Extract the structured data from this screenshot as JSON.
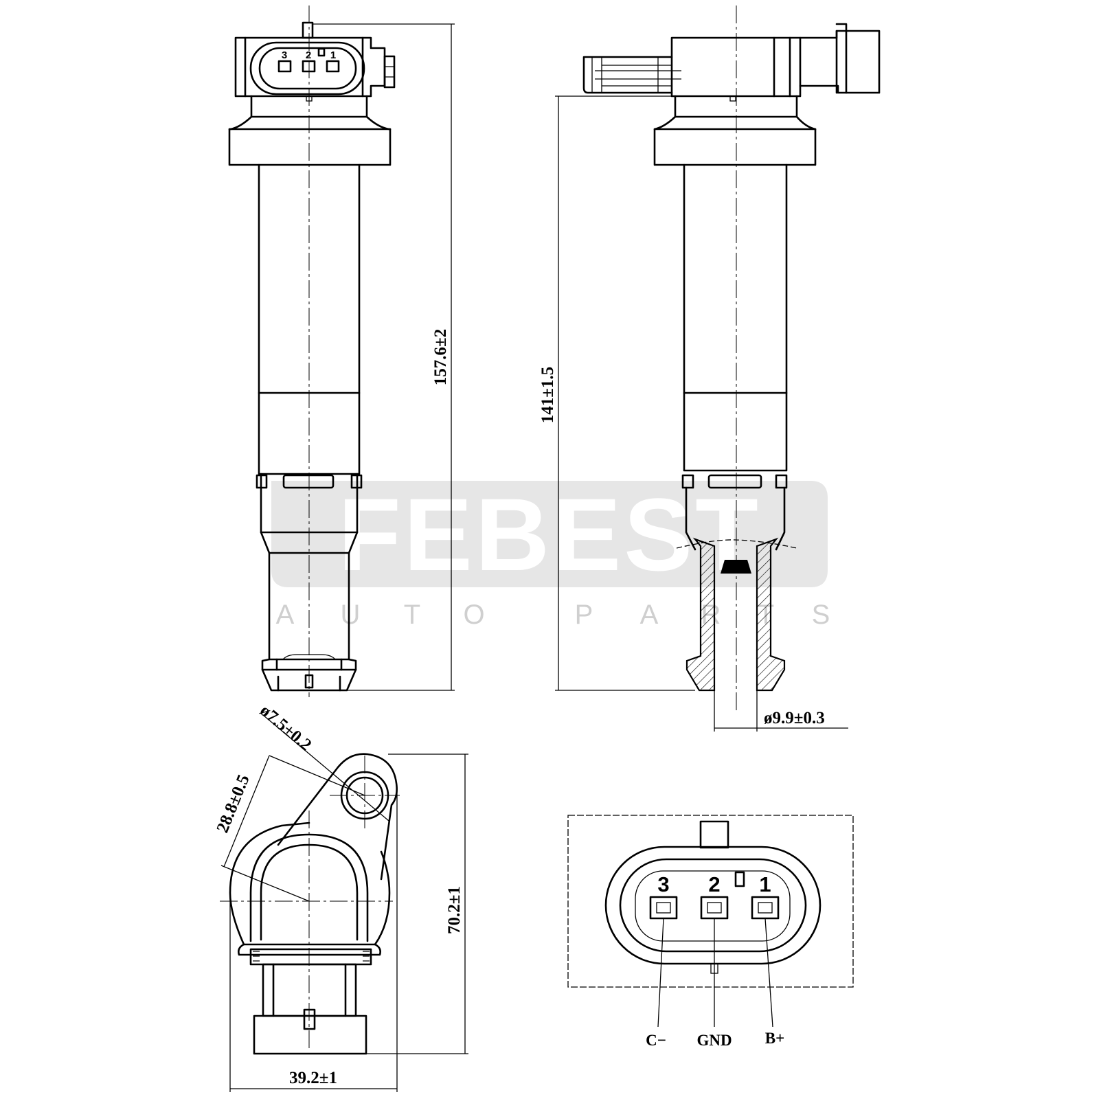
{
  "watermark": {
    "brand": "FEBEST",
    "letters": [
      "A",
      "U",
      "T",
      "O",
      "P",
      "A",
      "R",
      "T",
      "S"
    ]
  },
  "dimensions": {
    "overall_length": "157.6±2",
    "body_length": "141±1.5",
    "tip_diameter": "ø9.9±0.3",
    "mount_hole_diameter": "ø7.5±0.2",
    "hole_offset": "28.8±0.5",
    "head_depth": "70.2±1",
    "head_width": "39.2±1"
  },
  "connector": {
    "pins": [
      {
        "number": "3",
        "signal": "C−"
      },
      {
        "number": "2",
        "signal": "GND"
      },
      {
        "number": "1",
        "signal": "B+"
      }
    ]
  }
}
